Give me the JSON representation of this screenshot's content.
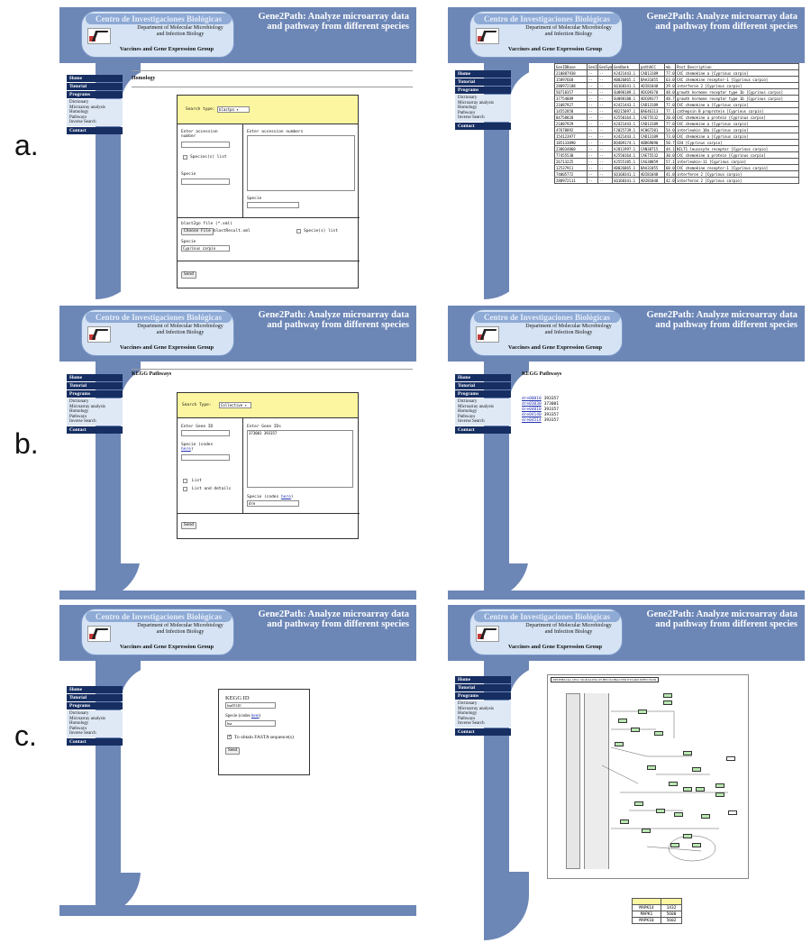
{
  "labels": {
    "a": "a.",
    "b": "b.",
    "c": "c."
  },
  "site": {
    "logo_title": "Centro de Investigaciones Biológicas",
    "logo_dept_line1": "Department of Molecular Microbiology",
    "logo_dept_line2": "and Infection Biology",
    "logo_group": "Vaccines and Gene Expression Group",
    "app_title_line1": "Gene2Path: Analyze microarray data",
    "app_title_line2": "and pathway from different species"
  },
  "nav": {
    "home": "Home",
    "tutorial": "Tutorial",
    "programs": "Programs",
    "sub": [
      "Dictionary",
      "Microarray analysis",
      "Homology",
      "Pathways",
      "Inverse Search"
    ],
    "contact": "Contact"
  },
  "homology": {
    "title": "Homology",
    "search_type_label": "Search type:",
    "search_type_value": "blastpo",
    "accession_label": "Enter accession number",
    "accession_numbers_label": "Enter accession numbers",
    "species_list_label": "Species(s) list",
    "specie_label": "Specie",
    "specie2_label": "Specie",
    "blast_file_label": "blast2go file (*.xml)",
    "choose_file": "Choose File",
    "file_name": "blastResult.xml",
    "species_list2_label": "Specie(s) list",
    "specie3_label": "Specie",
    "specie3_value": "Cyprinus carpio",
    "send": "Send"
  },
  "results": {
    "headers": [
      "GenIDBase",
      "GenID",
      "GenSym",
      "GenBank",
      "pathACC",
      "%b.",
      "Post Description"
    ],
    "rows": [
      [
        "210887938",
        "--",
        "--",
        "AJ421443.1",
        "CAD13189",
        "77.0",
        "CXC chemokine a [Cyprinus carpio]"
      ],
      [
        "158976E8",
        "--",
        "--",
        "AB026865.1",
        "BAA31055",
        "63.0",
        "CXC chemokine receptor-1 [Cyprinus carpio]"
      ],
      [
        "288972188",
        "--",
        "--",
        "GQ168341.1",
        "ADI81048",
        "29.0",
        "interferon 2 [Cyprinus carpio]"
      ],
      [
        "50718357",
        "--",
        "--",
        "GU098189.1",
        "ADC09370",
        "48.0",
        "growth hormone receptor type 1b [Cyprinus carpio]"
      ],
      [
        "37754889",
        "--",
        "--",
        "GU098188.1",
        "ADC09377",
        "48.7",
        "growth hormone receptor type 1b [Cyprinus carpio]"
      ],
      [
        "21087927",
        "--",
        "--",
        "AJ421443.1",
        "CAD13189",
        "77.0",
        "CXC chemokine a [Cyprinus carpio]"
      ],
      [
        "14552858",
        "--",
        "--",
        "AB215097.1",
        "BAE46113",
        "77.1",
        "cathepsin B proprotein [Cyprinus carpio]"
      ],
      [
        "84758828",
        "--",
        "--",
        "AJ550164.1",
        "CAE75532",
        "20.0",
        "CXC chemokine a protein [Cyprinus carpio]"
      ],
      [
        "21087929",
        "--",
        "--",
        "AJ421443.1",
        "CAD13189",
        "77.0",
        "CXC chemokine a [Cyprinus carpio]"
      ],
      [
        "47678892",
        "--",
        "--",
        "FJ025739.1",
        "ACH67201",
        "54.0",
        "interleukin 10a [Cyprinus carpio]"
      ],
      [
        "154123977",
        "--",
        "--",
        "AJ421443.1",
        "CAD13189",
        "73.0",
        "CXC chemokine a [Cyprinus carpio]"
      ],
      [
        "185133090",
        "--",
        "--",
        "DQ409174.1",
        "ABD69090",
        "50.7",
        "CD4 [Cyprinus carpio]"
      ],
      [
        "238034860",
        "--",
        "--",
        "AJ811997.1",
        "CAN38715",
        "44.1",
        "NILT1 leucocyte receptor [Cyprinus carpio]"
      ],
      [
        "77455530",
        "--",
        "--",
        "AJ550164.1",
        "CAE75532",
        "30.0",
        "CXC chemokine a protein [Cyprinus carpio]"
      ],
      [
        "26713225",
        "--",
        "--",
        "AJ555185.1",
        "CAG38059",
        "57.1",
        "interleukin-11 [Cyprinus carpio]"
      ],
      [
        "12537911",
        "--",
        "--",
        "AB026865.1",
        "BAA31055",
        "60.0",
        "CXC chemokine receptor-1 [Cyprinus carpio]"
      ],
      [
        "74005772",
        "--",
        "--",
        "GQ168341.1",
        "ADI81048",
        "41.0",
        "interferon 2 [Cyprinus carpio]"
      ],
      [
        "288972111",
        "--",
        "--",
        "GQ168341.1",
        "ADI81048",
        "42.0",
        "interferon 2 [Cyprinus carpio]"
      ]
    ]
  },
  "kegg": {
    "title": "KEGG Pathways",
    "search_type_label": "Search Type:",
    "search_type_value": "Collective",
    "gene_id_label": "Enter Gene ID",
    "gene_ids_label": "Enter Gene IDs",
    "gene_ids_value": "373001 393357",
    "specie_codes_label": "Specie (codes",
    "here": "here",
    "list_label": "List",
    "list_details_label": "List and details",
    "specie_codes2_label": "Specie (codes",
    "specie_value": "dre",
    "send": "Send",
    "results": [
      {
        "link": "dre00010",
        "gene": "393357"
      },
      {
        "link": "dre03030",
        "gene": "373001"
      },
      {
        "link": "dre04010",
        "gene": "393357"
      },
      {
        "link": "dre04140",
        "gene": "393357"
      },
      {
        "link": "dre04514",
        "gene": "393357"
      }
    ]
  },
  "fasta": {
    "kegg_id_label": "KEGG ID",
    "kegg_id_value": "hsa05120",
    "specie_label": "Specie (codes",
    "here": "here",
    "specie_value": "hsa",
    "fasta_label": "To obtain FASTA sequence(s)",
    "send": "Send"
  },
  "pathway": {
    "map_title": "EPITHELIAL CELL SIGNALING IN HELICOBACTER PYLORI INFECTION",
    "table": [
      {
        "gene": "MAPK14",
        "id": "1432"
      },
      {
        "gene": "MAPK1",
        "id": "5600"
      },
      {
        "gene": "MAPK10",
        "id": "5602"
      }
    ]
  }
}
